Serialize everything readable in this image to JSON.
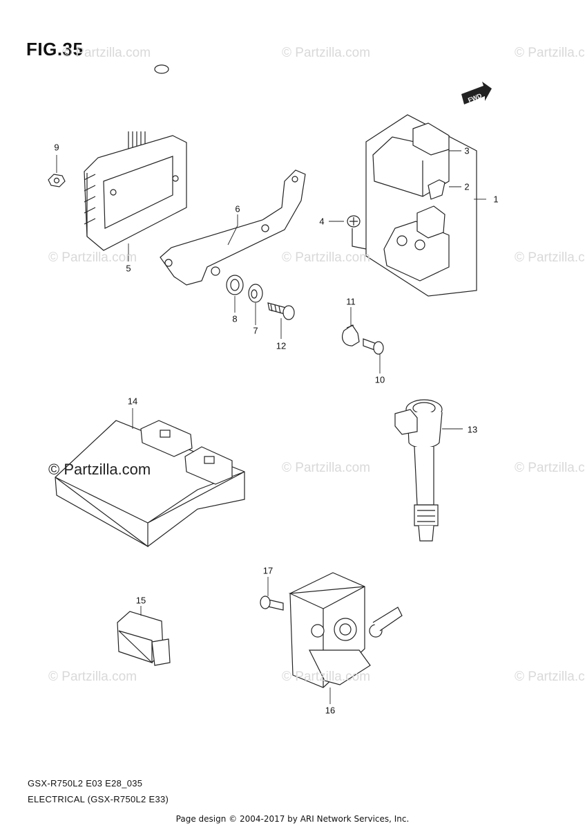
{
  "figure": {
    "title": "FIG.35",
    "fwd_label": "FWD",
    "callouts": [
      {
        "id": "1",
        "label": "1"
      },
      {
        "id": "2",
        "label": "2"
      },
      {
        "id": "3",
        "label": "3"
      },
      {
        "id": "4",
        "label": "4"
      },
      {
        "id": "5",
        "label": "5"
      },
      {
        "id": "6",
        "label": "6"
      },
      {
        "id": "7",
        "label": "7"
      },
      {
        "id": "8",
        "label": "8"
      },
      {
        "id": "9",
        "label": "9"
      },
      {
        "id": "10",
        "label": "10"
      },
      {
        "id": "11",
        "label": "11"
      },
      {
        "id": "12",
        "label": "12"
      },
      {
        "id": "13",
        "label": "13"
      },
      {
        "id": "14",
        "label": "14"
      },
      {
        "id": "15",
        "label": "15"
      },
      {
        "id": "16",
        "label": "16"
      },
      {
        "id": "17",
        "label": "17"
      }
    ]
  },
  "watermark": {
    "text": "© Partzilla.com",
    "prominent_text": "© Partzilla.com"
  },
  "footer": {
    "model_code": "GSX-R750L2 E03 E28_035",
    "section_name": "ELECTRICAL (GSX-R750L2 E33)",
    "copyright": "Page design © 2004-2017 by ARI Network Services, Inc."
  }
}
